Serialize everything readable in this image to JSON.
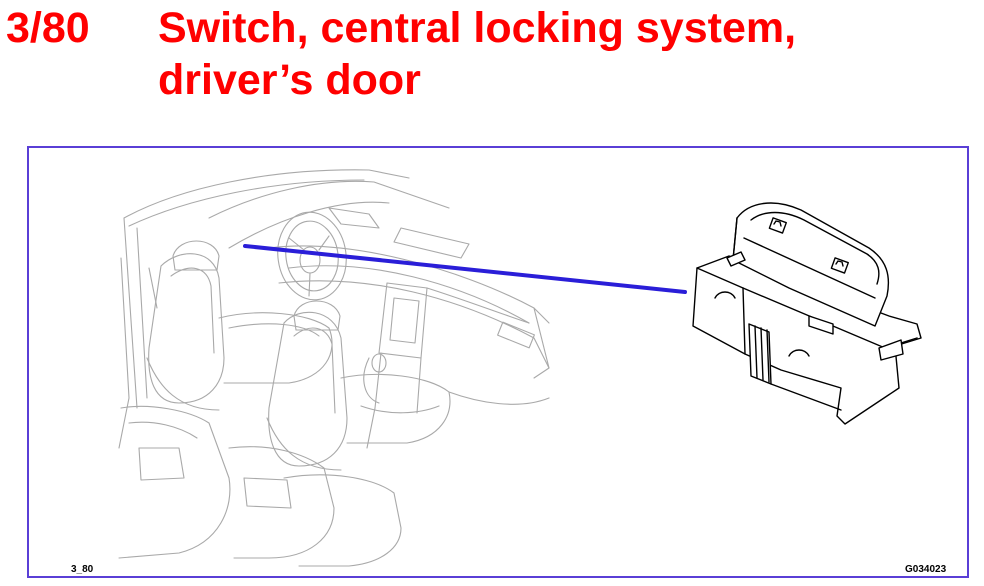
{
  "heading": {
    "number": "3/80",
    "title_line1": "Switch, central locking system,",
    "title_line2": "driver’s door"
  },
  "figure": {
    "code_left": "3_80",
    "code_right": "G034023"
  },
  "colors": {
    "heading": "#ff0000",
    "frame": "#5a3fd6",
    "pointer_line": "#2a1ed8",
    "cabin_line": "#a9a9a9",
    "switch_line": "#000000"
  }
}
